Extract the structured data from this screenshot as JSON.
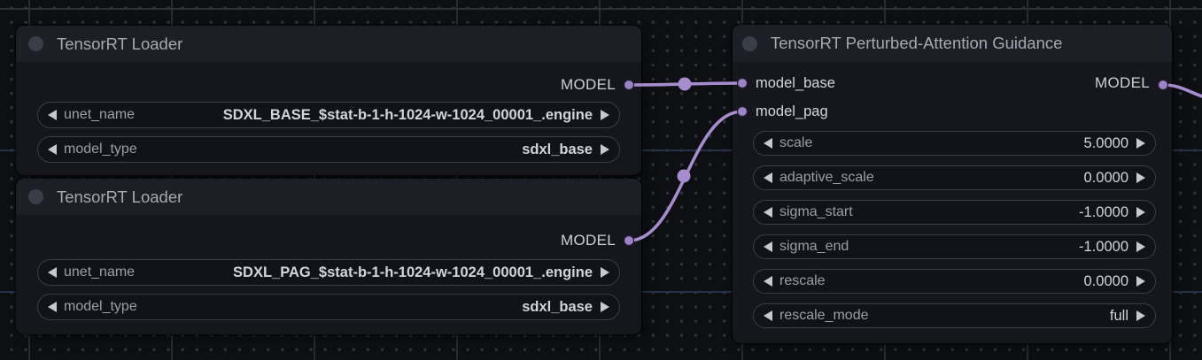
{
  "colors": {
    "link": "#a78dd0",
    "port": "#9d84c8",
    "port_ring": "#241d30"
  },
  "nodes": {
    "loader_base": {
      "title": "TensorRT Loader",
      "output_label": "MODEL",
      "widgets": {
        "unet_name": {
          "label": "unet_name",
          "value": "SDXL_BASE_$stat-b-1-h-1024-w-1024_00001_.engine"
        },
        "model_type": {
          "label": "model_type",
          "value": "sdxl_base"
        }
      }
    },
    "loader_pag": {
      "title": "TensorRT Loader",
      "output_label": "MODEL",
      "widgets": {
        "unet_name": {
          "label": "unet_name",
          "value": "SDXL_PAG_$stat-b-1-h-1024-w-1024_00001_.engine"
        },
        "model_type": {
          "label": "model_type",
          "value": "sdxl_base"
        }
      }
    },
    "pag_guidance": {
      "title": "TensorRT Perturbed-Attention Guidance",
      "inputs": {
        "model_base": "model_base",
        "model_pag": "model_pag"
      },
      "output_label": "MODEL",
      "widgets": {
        "scale": {
          "label": "scale",
          "value": "5.0000"
        },
        "adaptive_scale": {
          "label": "adaptive_scale",
          "value": "0.0000"
        },
        "sigma_start": {
          "label": "sigma_start",
          "value": "-1.0000"
        },
        "sigma_end": {
          "label": "sigma_end",
          "value": "-1.0000"
        },
        "rescale": {
          "label": "rescale",
          "value": "0.0000"
        },
        "rescale_mode": {
          "label": "rescale_mode",
          "value": "full"
        }
      }
    }
  }
}
